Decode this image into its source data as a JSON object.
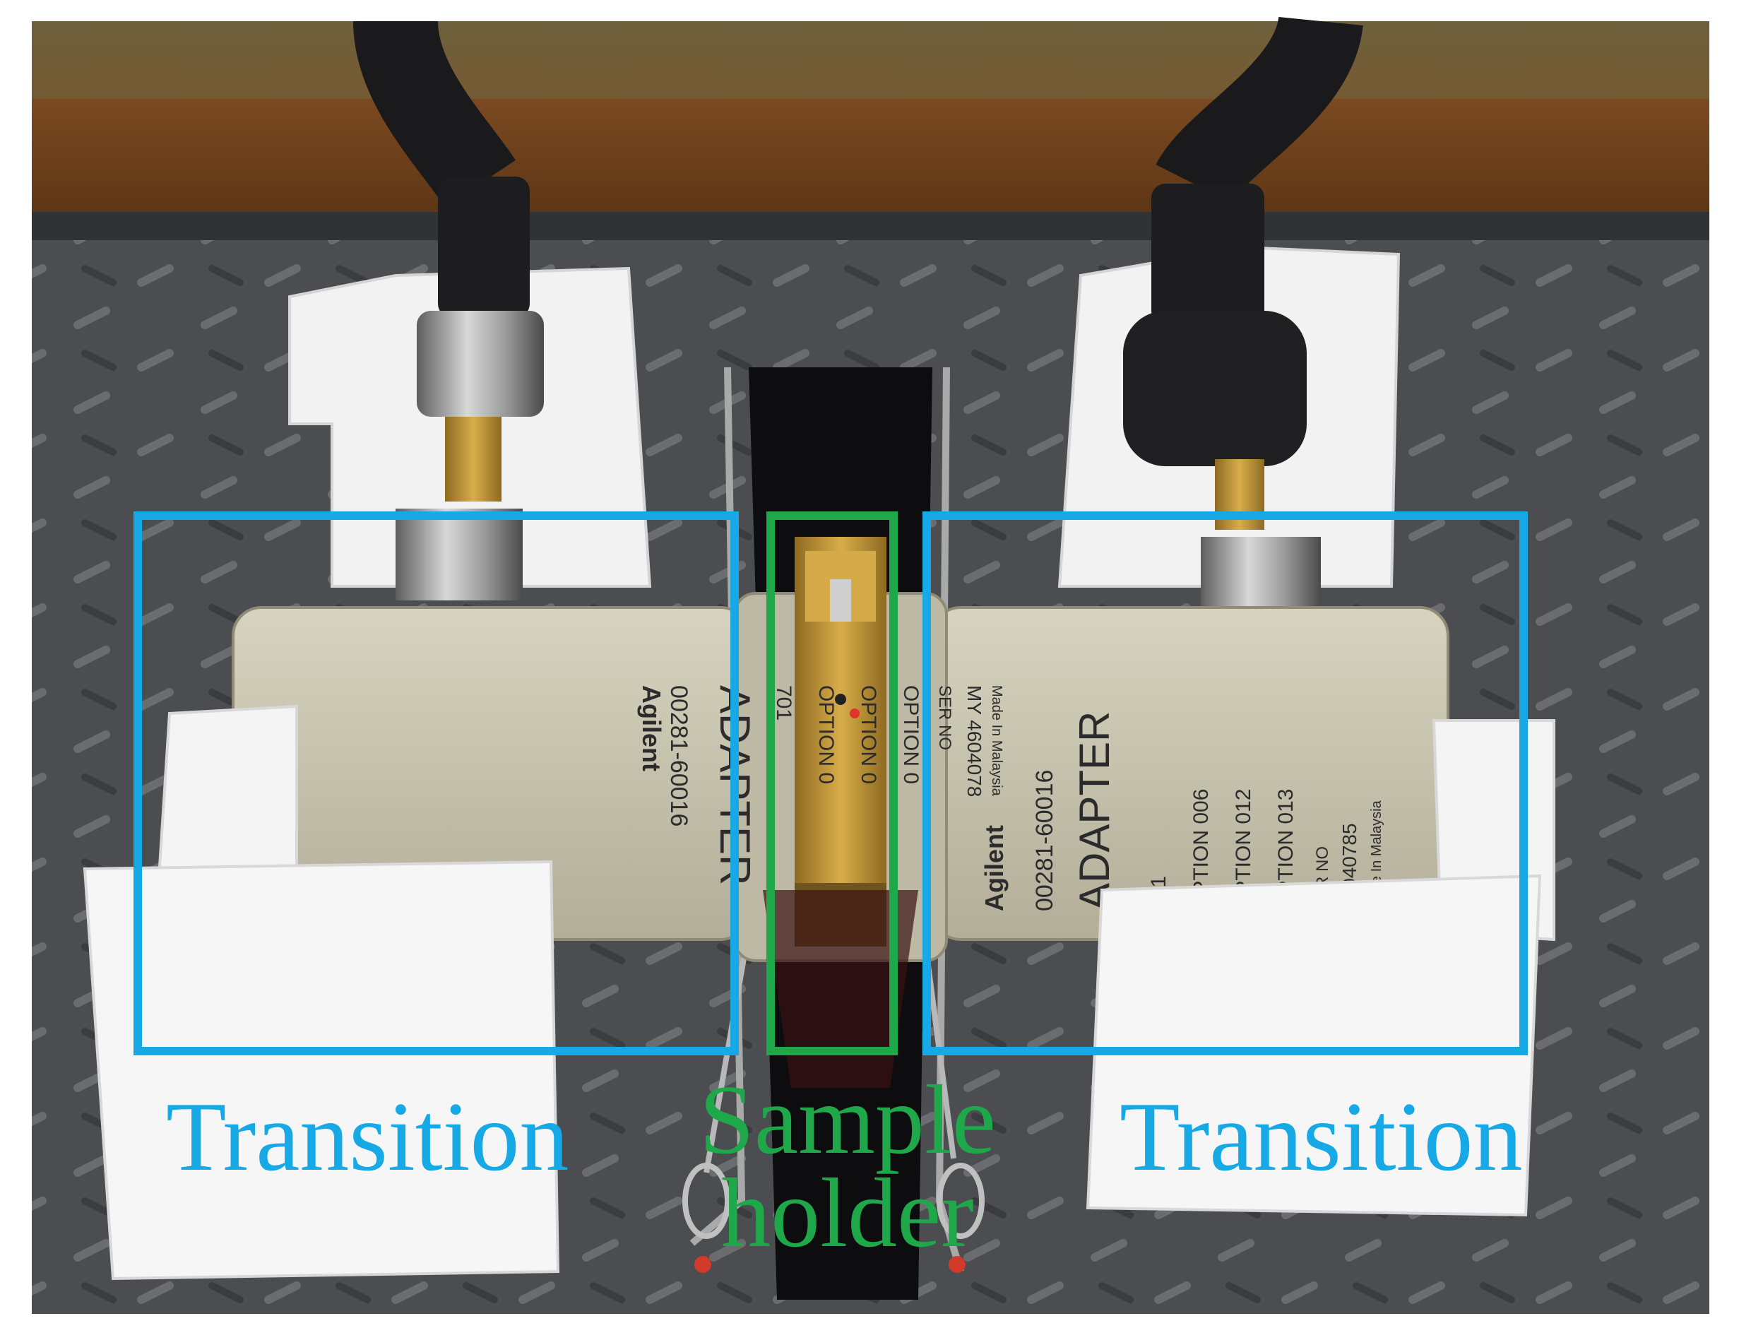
{
  "labels": {
    "transition_left": "Transition",
    "transition_right": "Transition",
    "sample_holder_line1": "Sample",
    "sample_holder_line2": "holder"
  },
  "adapter_left": {
    "brand": "Agilent",
    "part_number": "00281-60016",
    "name": "ADAPTER",
    "options": [
      "701",
      "OPTION 0",
      "OPTION 0",
      "OPTION 0"
    ],
    "serial_label": "SER NO",
    "serial": "MY 4604078",
    "origin": "Made In Malaysia"
  },
  "adapter_right": {
    "brand": "Agilent",
    "part_number": "00281-60016",
    "name": "ADAPTER",
    "options": [
      "701",
      "OPTION 006",
      "OPTION 012",
      "OPTION 013"
    ],
    "serial_label": "SER NO",
    "serial": "46040785",
    "origin": "Made In Malaysia"
  },
  "colors": {
    "transition_box": "#16a9e6",
    "sample_box": "#1fa84a",
    "transition_text": "#16a9e6",
    "sample_text": "#1fa84a",
    "table_surface": "#4a4c50",
    "wood": "#7a4a22",
    "adapter_body": "#c9c6b3",
    "foam": "#f4f4f4",
    "brass": "#c49a3a"
  }
}
